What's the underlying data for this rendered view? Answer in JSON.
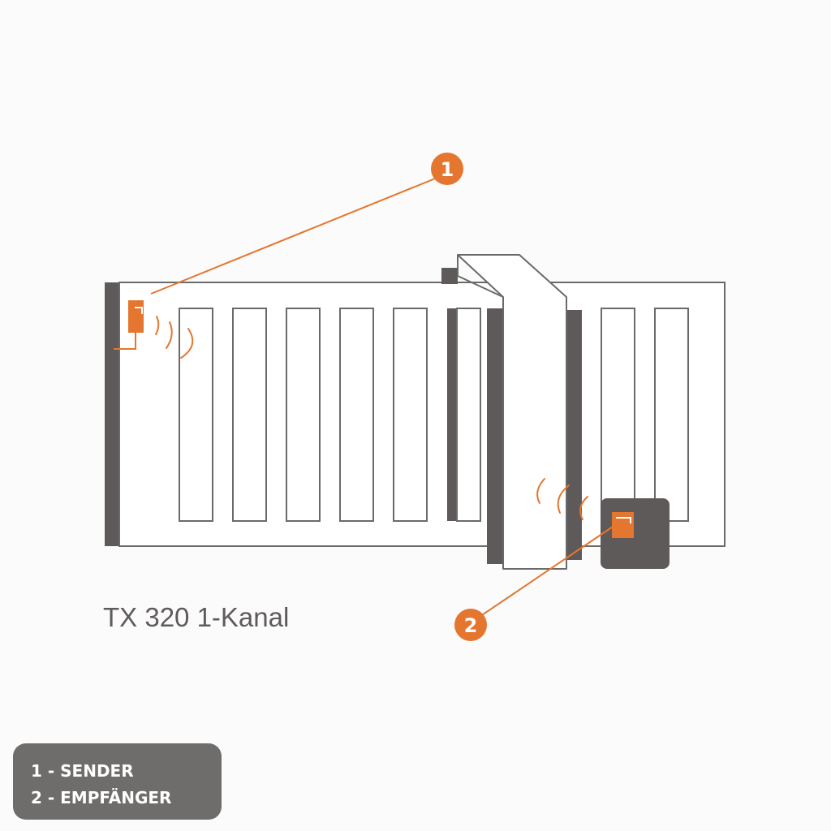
{
  "caption": "TX 320 1-Kanal",
  "callouts": [
    {
      "number": "1"
    },
    {
      "number": "2"
    }
  ],
  "legend": {
    "items": [
      "1 - SENDER",
      "2 - EMPFÄNGER"
    ]
  },
  "colors": {
    "accent": "#e4762f",
    "dark": "#5e5a59",
    "outline": "#6a6a6a",
    "legend_bg": "#6f6d6c"
  }
}
